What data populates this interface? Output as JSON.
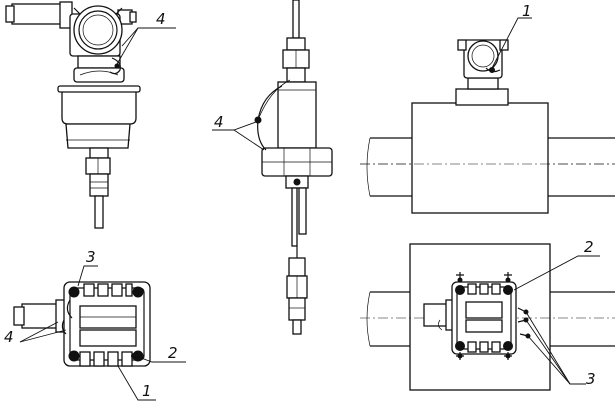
{
  "callouts": {
    "v1_top_4": "4",
    "v1_bot_3": "3",
    "v1_bot_4": "4",
    "v1_bot_2": "2",
    "v1_bot_1": "1",
    "v2_4": "4",
    "v3_top_1": "1",
    "v3_bot_2": "2",
    "v3_bot_3": "3"
  }
}
